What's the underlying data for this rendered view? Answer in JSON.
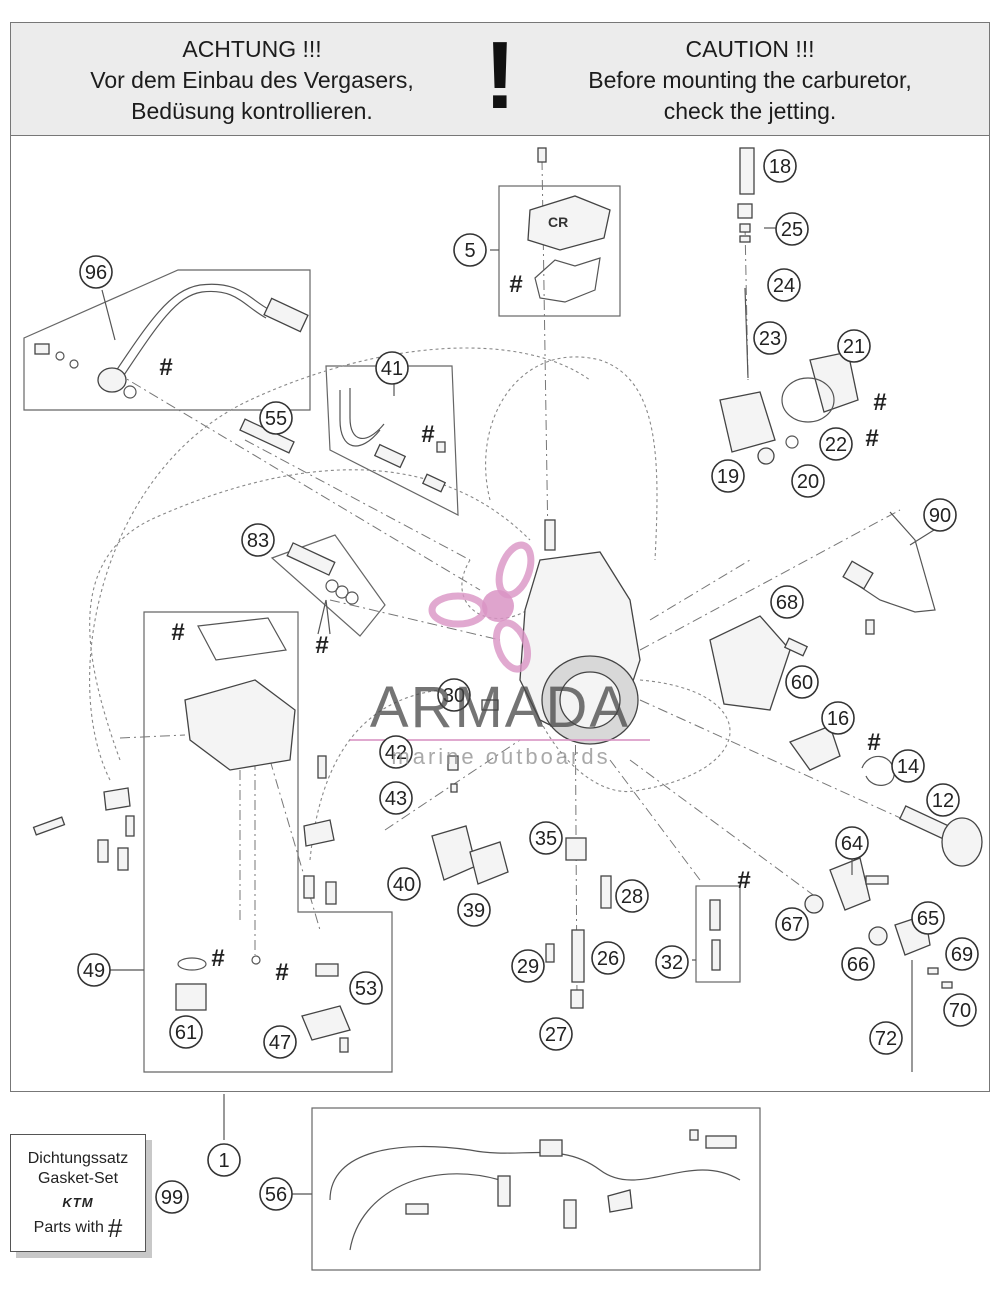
{
  "warning": {
    "de_line1": "ACHTUNG !!!",
    "de_line2": "Vor dem Einbau des Vergasers,",
    "de_line3": "Bedüsung kontrollieren.",
    "symbol": "!",
    "en_line1": "CAUTION !!!",
    "en_line2": "Before mounting the carburetor,",
    "en_line3": "check the jetting."
  },
  "part_labels": [
    "5",
    "18",
    "25",
    "24",
    "23",
    "21",
    "22",
    "20",
    "19",
    "96",
    "41",
    "55",
    "83",
    "90",
    "68",
    "60",
    "16",
    "14",
    "12",
    "30",
    "42",
    "43",
    "35",
    "28",
    "40",
    "39",
    "64",
    "65",
    "67",
    "66",
    "69",
    "70",
    "72",
    "49",
    "61",
    "53",
    "47",
    "29",
    "26",
    "27",
    "32",
    "1",
    "99",
    "56"
  ],
  "gasket_markers": [
    "#",
    "#",
    "#",
    "#",
    "#",
    "#",
    "#",
    "#",
    "#",
    "#",
    "#",
    "#"
  ],
  "cover_text": "CR",
  "gasket_set": {
    "line1": "Dichtungssatz",
    "line2": "Gasket-Set",
    "brand": "KTM",
    "line3": "Parts with",
    "hash": "#"
  },
  "watermark": {
    "brand": "ARMADA",
    "subtitle": "marine outboards",
    "color": "#d994c4"
  }
}
